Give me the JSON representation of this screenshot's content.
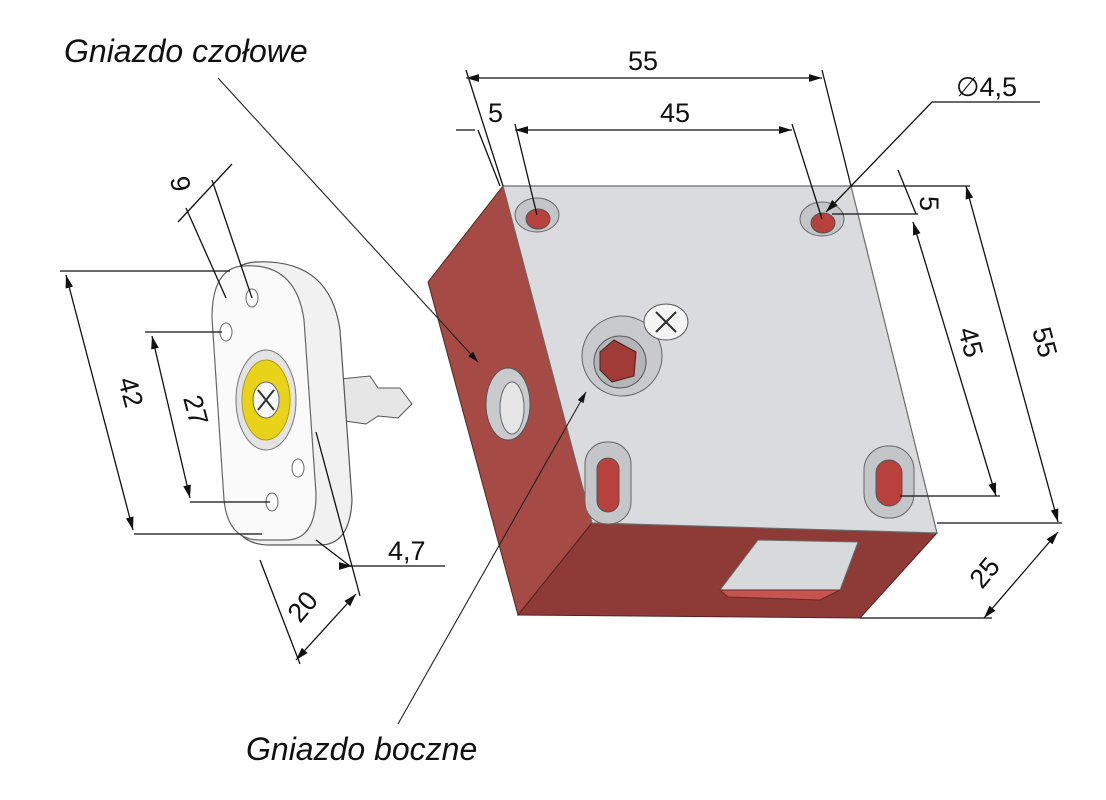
{
  "labels": {
    "front_socket": "Gniazdo czołowe",
    "side_socket": "Gniazdo boczne"
  },
  "dimensions": {
    "box_width": "55",
    "hole_spacing_x": "45",
    "hole_offset_x": "5",
    "hole_diameter": "∅4,5",
    "hole_offset_y": "5",
    "hole_spacing_y": "45",
    "box_height": "55",
    "box_depth": "25",
    "plate_width": "9",
    "plate_length": "42",
    "plate_hole_spacing": "27",
    "plate_thickness": "4,7",
    "plate_depth": "20"
  },
  "colors": {
    "body_red": "#a54a45",
    "body_red_dark": "#7c2f2c",
    "face_gray": "#d8dadd",
    "plate_white": "#f3f3f3",
    "insert_yellow": "#e8d21a"
  }
}
